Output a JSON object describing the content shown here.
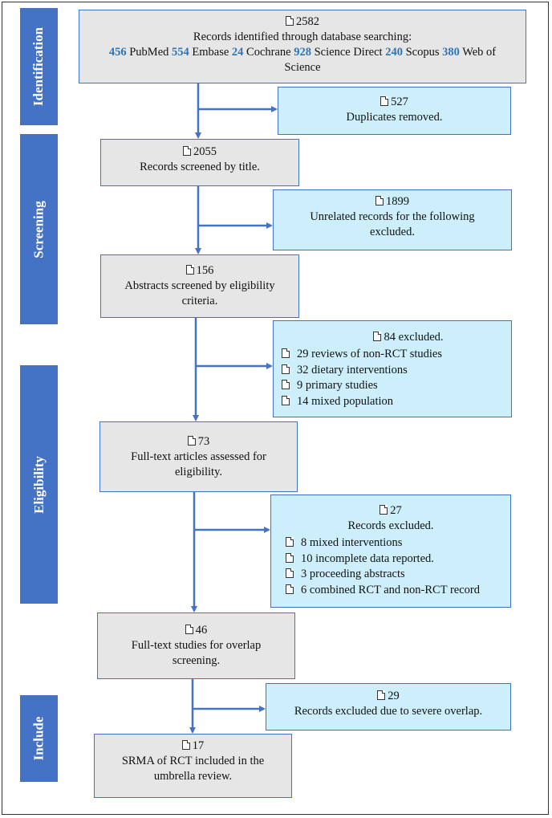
{
  "phases": {
    "identification": "Identification",
    "screening": "Screening",
    "eligibility": "Eligibility",
    "include": "Include"
  },
  "identified": {
    "count": "2582",
    "title": "Records identified through database searching:",
    "sources": [
      {
        "n": "456",
        "name": "PubMed"
      },
      {
        "n": "554",
        "name": "Embase"
      },
      {
        "n": "24",
        "name": "Cochrane"
      },
      {
        "n": "928",
        "name": "Science Direct"
      },
      {
        "n": "240",
        "name": "Scopus"
      },
      {
        "n": "380",
        "name": "Web of Science"
      }
    ]
  },
  "duplicates": {
    "count": "527",
    "text": "Duplicates removed."
  },
  "screened_title": {
    "count": "2055",
    "text": "Records screened by title."
  },
  "unrelated": {
    "count": "1899",
    "text": "Unrelated records for the following excluded."
  },
  "abstracts": {
    "count": "156",
    "text": "Abstracts screened by eligibility criteria."
  },
  "excluded_84": {
    "header": "84 excluded.",
    "items": [
      "29 reviews of non-RCT studies",
      "32 dietary interventions",
      "9 primary studies",
      "14 mixed population"
    ]
  },
  "fulltext": {
    "count": "73",
    "text": "Full-text articles assessed for eligibility."
  },
  "excluded_27": {
    "count": "27",
    "header": "Records excluded.",
    "items": [
      "8 mixed interventions",
      "10 incomplete data reported.",
      "3 proceeding abstracts",
      "6 combined RCT and non-RCT record"
    ]
  },
  "overlap": {
    "count": "46",
    "text": "Full-text studies for overlap screening."
  },
  "excluded_overlap": {
    "count": "29",
    "text": "Records excluded due to severe overlap."
  },
  "included": {
    "count": "17",
    "text": "SRMA of RCT included in the umbrella review."
  },
  "colors": {
    "phase": "#4472c4",
    "grey_box": "#e7e6e6",
    "blue_box": "#cdeffb",
    "highlight": "#2e75b6",
    "arrow": "#4472c4"
  }
}
